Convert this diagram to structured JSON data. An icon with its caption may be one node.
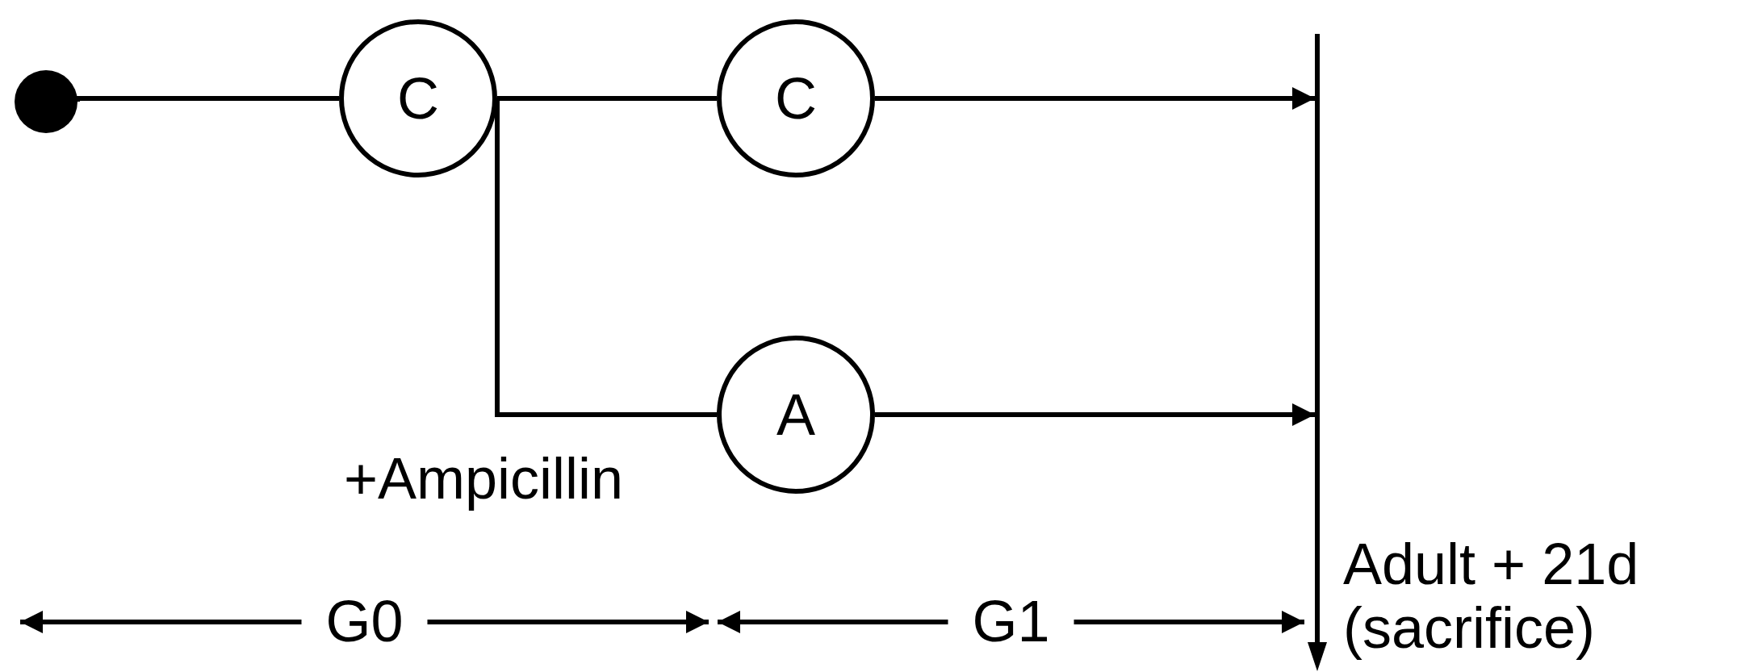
{
  "diagram": {
    "nodes": [
      {
        "text": [],
        "shape": "circle"
      },
      {
        "text": [
          "C"
        ]
      },
      {
        "text": [
          "C"
        ]
      },
      {
        "text": [
          "A"
        ]
      },
      {
        "text": [],
        "shape": "bar",
        "beside": [
          "Adult + 21d (sacrifice)"
        ]
      }
    ],
    "edges": [
      {
        "from": 0,
        "to": 1,
        "arrow": "none"
      },
      {
        "from": 1,
        "to": 2,
        "arrow": "none"
      },
      {
        "from": 1,
        "to": 3,
        "arrow": "none",
        "label": "+Ampicillin"
      },
      {
        "from": 2,
        "to": 4,
        "arrow": "to"
      },
      {
        "from": 3,
        "to": 4,
        "arrow": "to"
      }
    ],
    "labels": [
      "G0",
      "G1"
    ]
  }
}
